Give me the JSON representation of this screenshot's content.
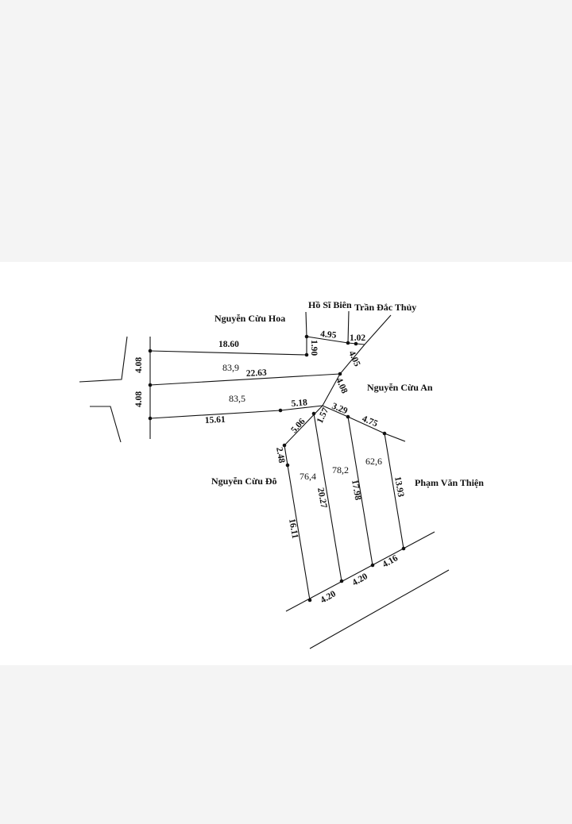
{
  "owners": {
    "north_left": "Nguyễn Cừu Hoa",
    "north_mid": "Hồ Sĩ Biên",
    "north_right": "Trần Đắc Thủy",
    "east_mid": "Nguyễn Cừu An",
    "west_lower": "Nguyễn Cừu Đô",
    "east_lower": "Phạm Văn Thiện"
  },
  "areas": [
    "83,9",
    "83,5",
    "76,4",
    "78,2",
    "62,6"
  ],
  "dimensions": {
    "top_edge": "18.60",
    "top_jog": "1.90",
    "hsb_edge": "4.95",
    "tdt_edge": "1.02",
    "diag_upper": "4.05",
    "middle_edge": "22.63",
    "diag_lower": "4.08",
    "left_upper": "4.08",
    "left_lower": "4.08",
    "bottom_left": "15.61",
    "bottom_right": "5.18",
    "lot1_top": "5.06",
    "lot1_jog": "2.48",
    "lot1_side": "16.11",
    "lot2_top": "1.57",
    "lot2_side": "20.27",
    "lot3_top": "3.29",
    "lot3_side": "17.98",
    "lot4_top": "4.75",
    "lot4_side": "13.93",
    "front1": "4.20",
    "front2": "4.20",
    "front3": "4.16"
  }
}
